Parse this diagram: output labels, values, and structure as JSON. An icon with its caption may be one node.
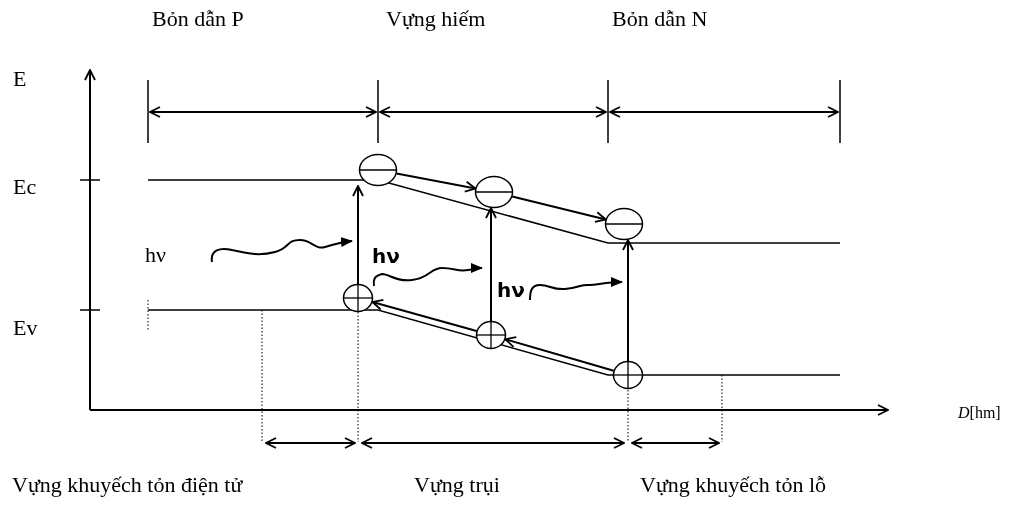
{
  "diagram": {
    "nodes": [
      {
        "text": [],
        "shape": "circle"
      },
      {
        "text": [],
        "shape": "circle"
      },
      {
        "text": [],
        "shape": "circle"
      },
      {
        "text": [],
        "shape": "circle"
      },
      {
        "text": [],
        "shape": "circle"
      },
      {
        "text": [],
        "shape": "circle"
      }
    ],
    "edges": [
      {
        "from": 0,
        "to": 1,
        "arrow": "to"
      },
      {
        "from": 1,
        "to": 2,
        "arrow": "to"
      },
      {
        "from": 5,
        "to": 4,
        "arrow": "to"
      },
      {
        "from": 4,
        "to": 3,
        "arrow": "to"
      },
      {
        "from": 3,
        "to": 0,
        "arrow": "to"
      },
      {
        "from": 4,
        "to": 1,
        "arrow": "to"
      },
      {
        "from": 5,
        "to": 2,
        "arrow": "to"
      }
    ],
    "labels": [
      "Bỏn dẫn P",
      "Vựng hiếm",
      "Bỏn dẫn N",
      "E",
      "Ec",
      "hν",
      "hν",
      "hν",
      "Ev",
      "*D*[hm]",
      "Vựng khuyếch tỏn điện tử",
      "Vựng trụi",
      "Vựng khuyếch tỏn lỗ"
    ]
  }
}
